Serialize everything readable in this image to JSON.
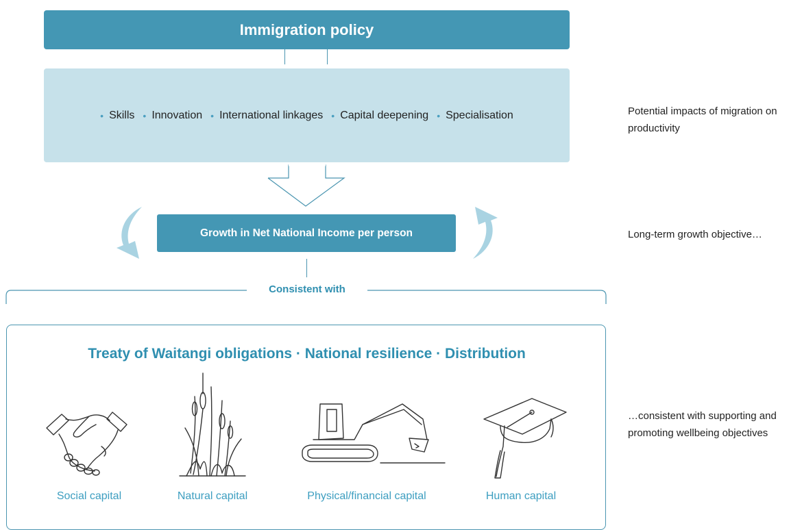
{
  "top": {
    "title": "Immigration policy"
  },
  "impacts": {
    "items": [
      "Skills",
      "Innovation",
      "International linkages",
      "Capital deepening",
      "Specialisation"
    ],
    "bullet": "•"
  },
  "growth": {
    "label": "Growth in Net National Income per person"
  },
  "consistent": {
    "label": "Consistent with"
  },
  "wellbeing": {
    "heading": "Treaty of Waitangi obligations · National resilience · Distribution",
    "capitals": [
      {
        "label": "Social capital",
        "icon": "handshake-icon"
      },
      {
        "label": "Natural capital",
        "icon": "reeds-icon"
      },
      {
        "label": "Physical/financial capital",
        "icon": "excavator-icon"
      },
      {
        "label": "Human capital",
        "icon": "graduation-cap-icon"
      }
    ]
  },
  "side_notes": {
    "impacts": "Potential impacts of migration on productivity",
    "growth": "Long-term growth objective…",
    "wellbeing": "…consistent with supporting and promoting wellbeing objectives"
  },
  "colors": {
    "primary": "#4497b4",
    "light_panel": "#c6e1ea",
    "accent_text": "#2f8fb0",
    "cycle_arrow": "#a9d3e2"
  }
}
